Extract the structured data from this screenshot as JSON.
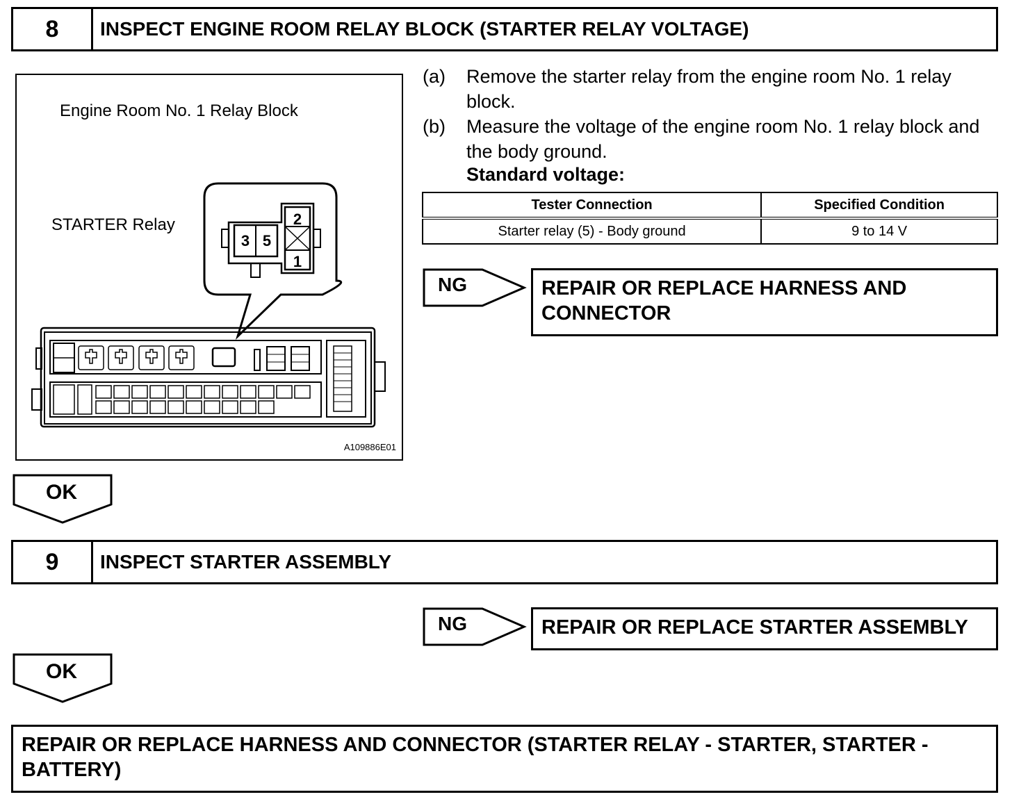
{
  "step8": {
    "number": "8",
    "title": "INSPECT ENGINE ROOM RELAY BLOCK (STARTER RELAY VOLTAGE)",
    "figure": {
      "block_label": "Engine Room No. 1 Relay Block",
      "relay_label": "STARTER Relay",
      "terminals": [
        "3",
        "5",
        "2",
        "1"
      ],
      "figure_code": "A109886E01"
    },
    "instructions": [
      {
        "label": "(a)",
        "text": "Remove the starter relay from the engine room No. 1 relay block."
      },
      {
        "label": "(b)",
        "text": "Measure the voltage of the engine room No. 1 relay block and the body ground."
      }
    ],
    "standard_label": "Standard voltage:",
    "table": {
      "headers": [
        "Tester Connection",
        "Specified Condition"
      ],
      "rows": [
        [
          "Starter relay (5) - Body ground",
          "9 to 14 V"
        ]
      ]
    },
    "ng_label": "NG",
    "ng_result": "REPAIR OR REPLACE HARNESS AND CONNECTOR",
    "ok_label": "OK"
  },
  "step9": {
    "number": "9",
    "title": "INSPECT STARTER ASSEMBLY",
    "ng_label": "NG",
    "ng_result": "REPAIR OR REPLACE STARTER ASSEMBLY",
    "ok_label": "OK"
  },
  "final_result": "REPAIR OR REPLACE HARNESS AND CONNECTOR (STARTER RELAY - STARTER, STARTER - BATTERY)"
}
